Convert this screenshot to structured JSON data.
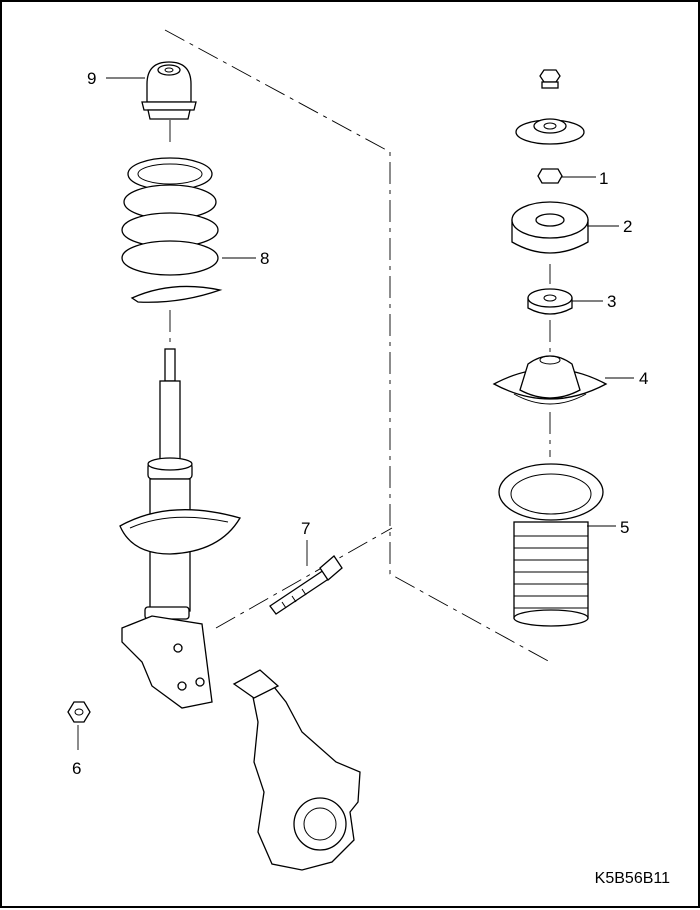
{
  "callouts": {
    "c1": "1",
    "c2": "2",
    "c3": "3",
    "c4": "4",
    "c5": "5",
    "c6": "6",
    "c7": "7",
    "c8": "8",
    "c9": "9"
  },
  "figure_code": "K5B56B11"
}
